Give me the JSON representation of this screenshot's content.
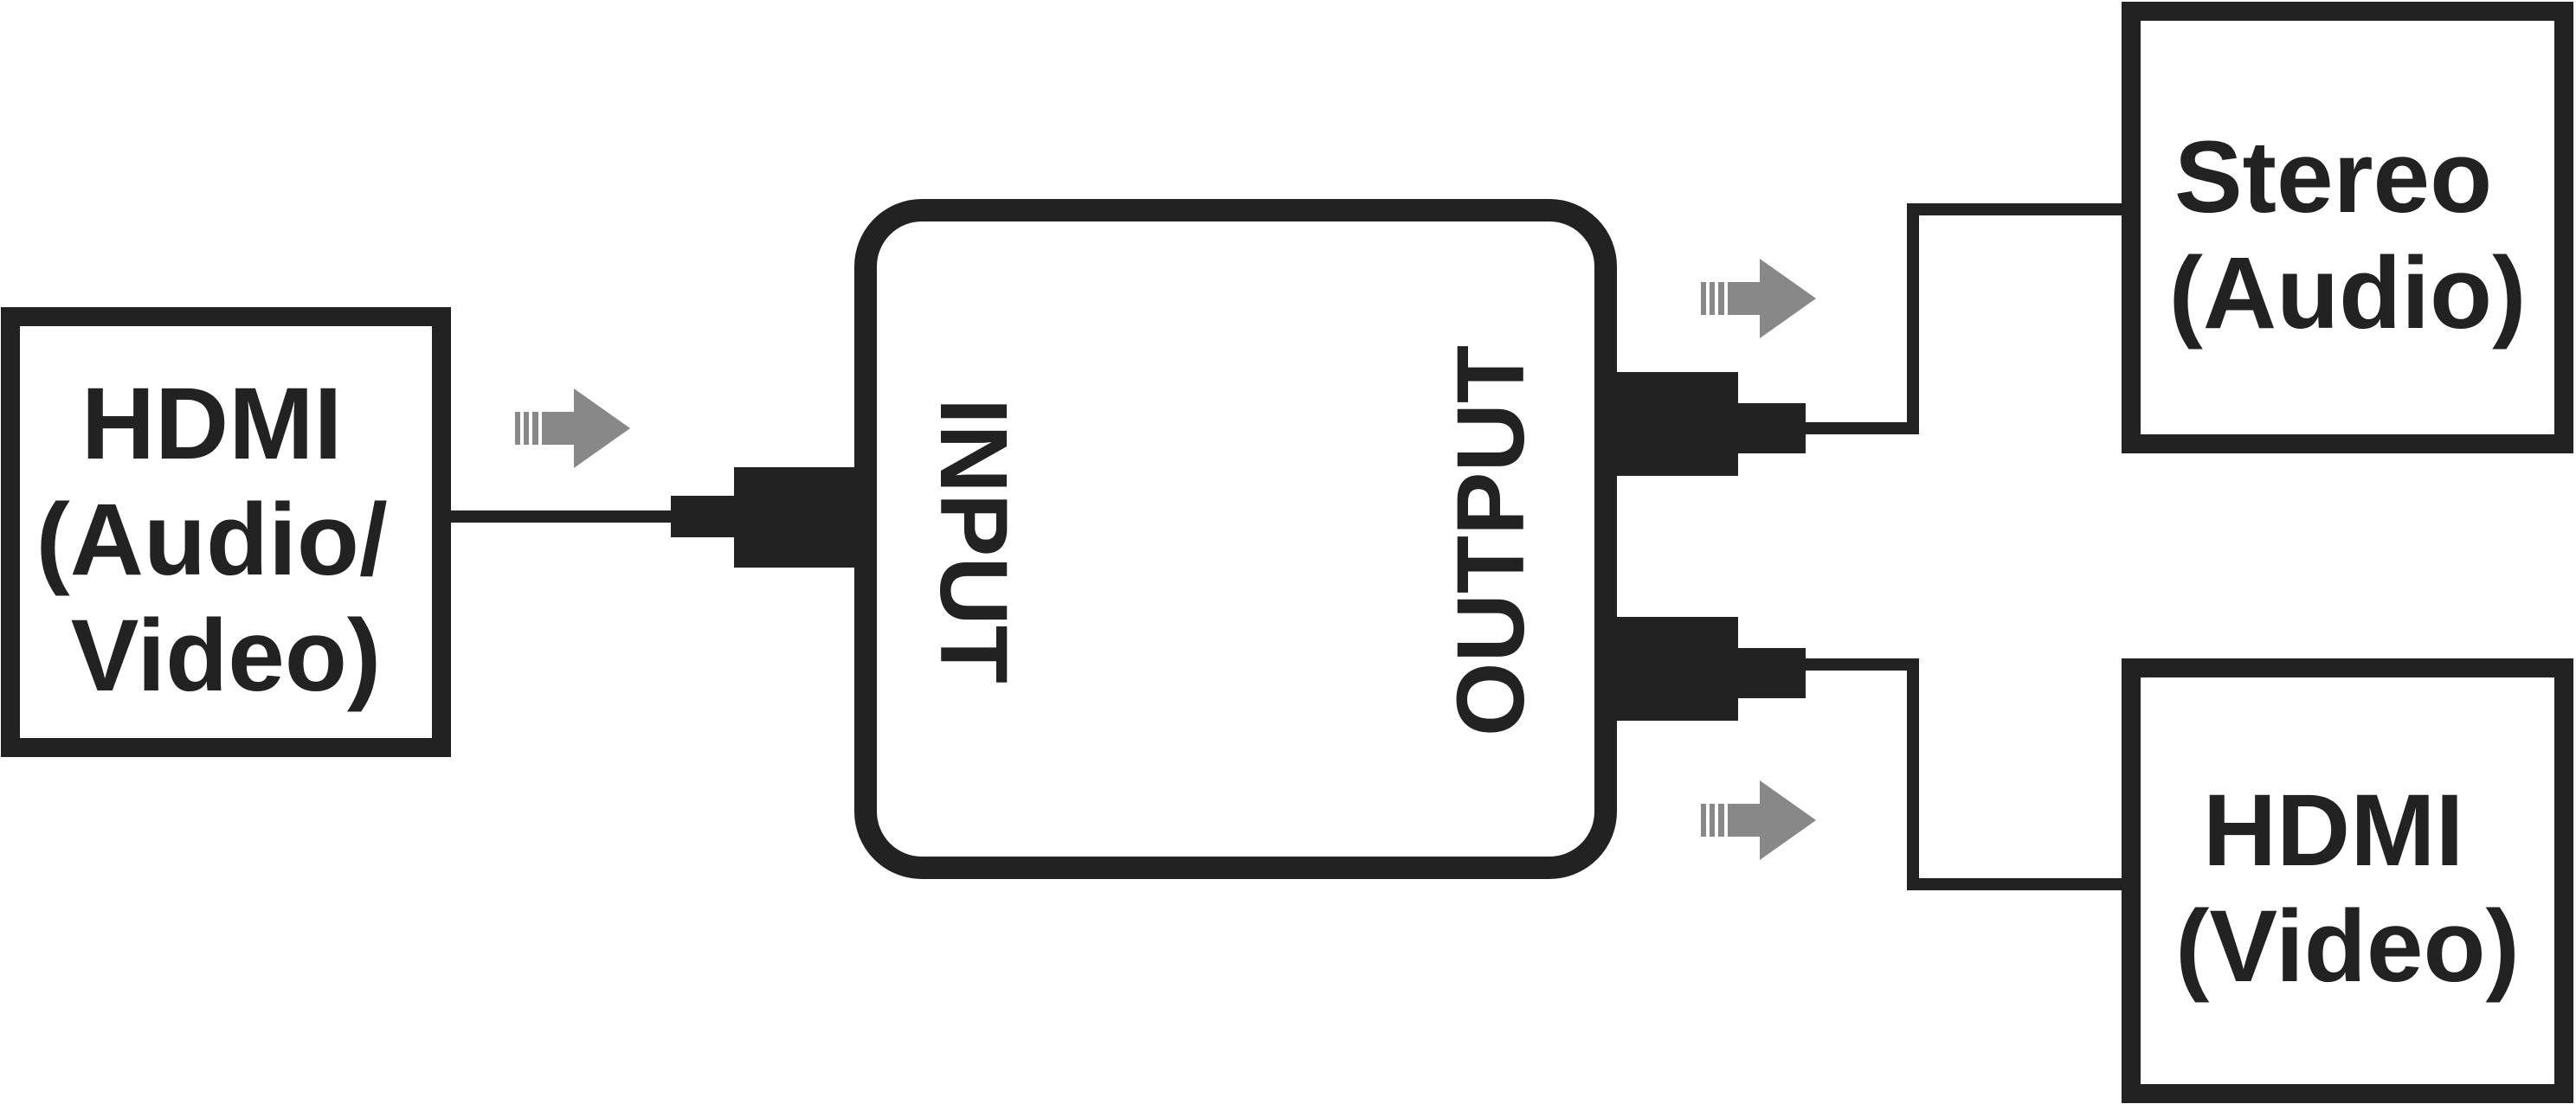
{
  "source_box": {
    "lines": [
      "HDMI",
      "(Audio/",
      "Video)"
    ]
  },
  "converter": {
    "input_label": "INPUT",
    "output_label": "OUTPUT"
  },
  "audio_box": {
    "lines": [
      "Stereo",
      "(Audio)"
    ]
  },
  "video_box": {
    "lines": [
      "HDMI",
      "(Video)"
    ]
  },
  "colors": {
    "ink": "#222222",
    "arrow": "#888888",
    "background": "#ffffff"
  },
  "icons": {
    "flow_arrow": "right-arrow-icon"
  }
}
